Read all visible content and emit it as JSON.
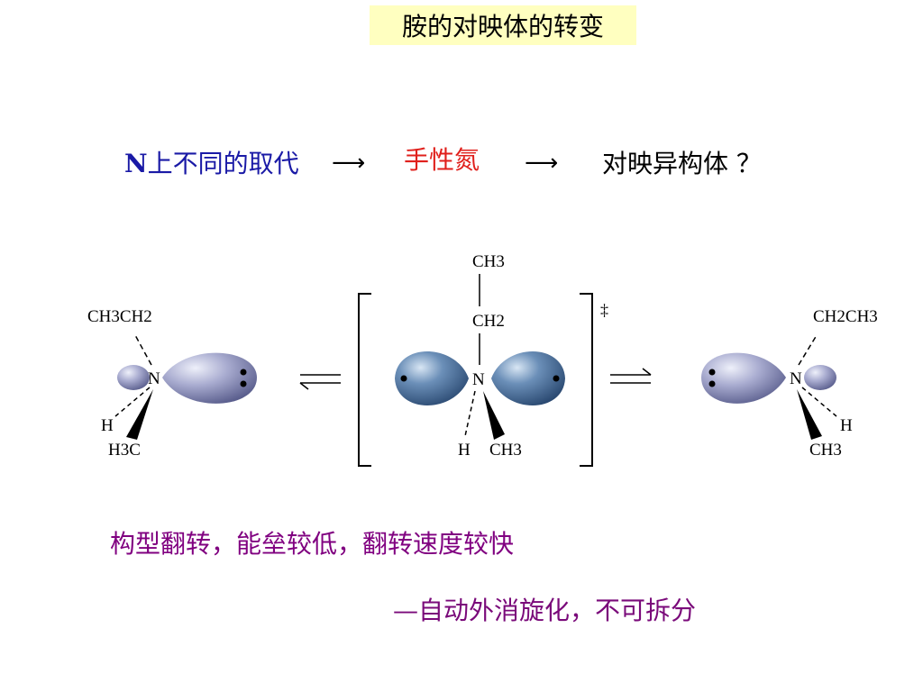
{
  "title": "胺的对映体的转变",
  "line1": {
    "left_prefix": "N",
    "left_text": "上不同的取代",
    "middle": "手性氮",
    "right": "对映异构体 ？"
  },
  "molecules": {
    "left": {
      "top": "CH3CH2",
      "center": "N",
      "bottom_left": "H",
      "bottom": "H3C"
    },
    "middle": {
      "top": "CH3",
      "upper": "CH2",
      "center": "N",
      "bottom_left": "H",
      "bottom_right": "CH3",
      "bracket_mark": "‡"
    },
    "right": {
      "top": "CH2CH3",
      "center": "N",
      "bottom_right": "H",
      "bottom": "CH3"
    }
  },
  "notes": {
    "inversion": "构型翻转，能垒较低，翻转速度较快",
    "racemize": "—自动外消旋化，不可拆分"
  },
  "colors": {
    "title_bg": "#ffffc0",
    "blue": "#1a1aa6",
    "red": "#e0201c",
    "purple": "#800080",
    "lobe_light": "#9fa3c6",
    "lobe_dark": "#5a7fa8"
  }
}
